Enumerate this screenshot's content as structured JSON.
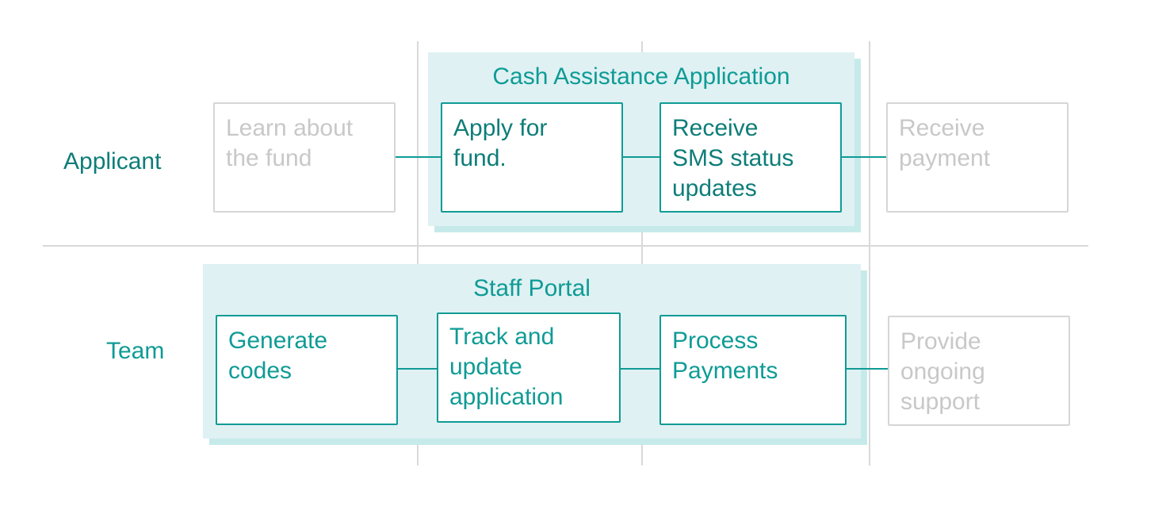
{
  "colors": {
    "accent": "#0f9b95",
    "accent_dark": "#0e7d78",
    "group_fill": "#dff1f3",
    "group_shadow": "#c6eaea",
    "inactive_text": "#c8c8c8",
    "inactive_border": "#d6d6d6",
    "grid": "#d9d9d9"
  },
  "lanes": {
    "applicant": {
      "label": "Applicant"
    },
    "team": {
      "label": "Team"
    }
  },
  "groups": {
    "cash_assistance": {
      "title": "Cash Assistance Application"
    },
    "staff_portal": {
      "title": "Staff Portal"
    }
  },
  "applicant_steps": [
    {
      "label": "Learn about\nthe fund",
      "active": false
    },
    {
      "label": "Apply for\nfund.",
      "active": true
    },
    {
      "label": "Receive\nSMS status\nupdates",
      "active": true
    },
    {
      "label": "Receive\npayment",
      "active": false
    }
  ],
  "team_steps": [
    {
      "label": "Generate\ncodes",
      "active": true
    },
    {
      "label": "Track and\nupdate\napplication",
      "active": true
    },
    {
      "label": "Process\nPayments",
      "active": true
    },
    {
      "label": "Provide\nongoing\nsupport",
      "active": false
    }
  ]
}
